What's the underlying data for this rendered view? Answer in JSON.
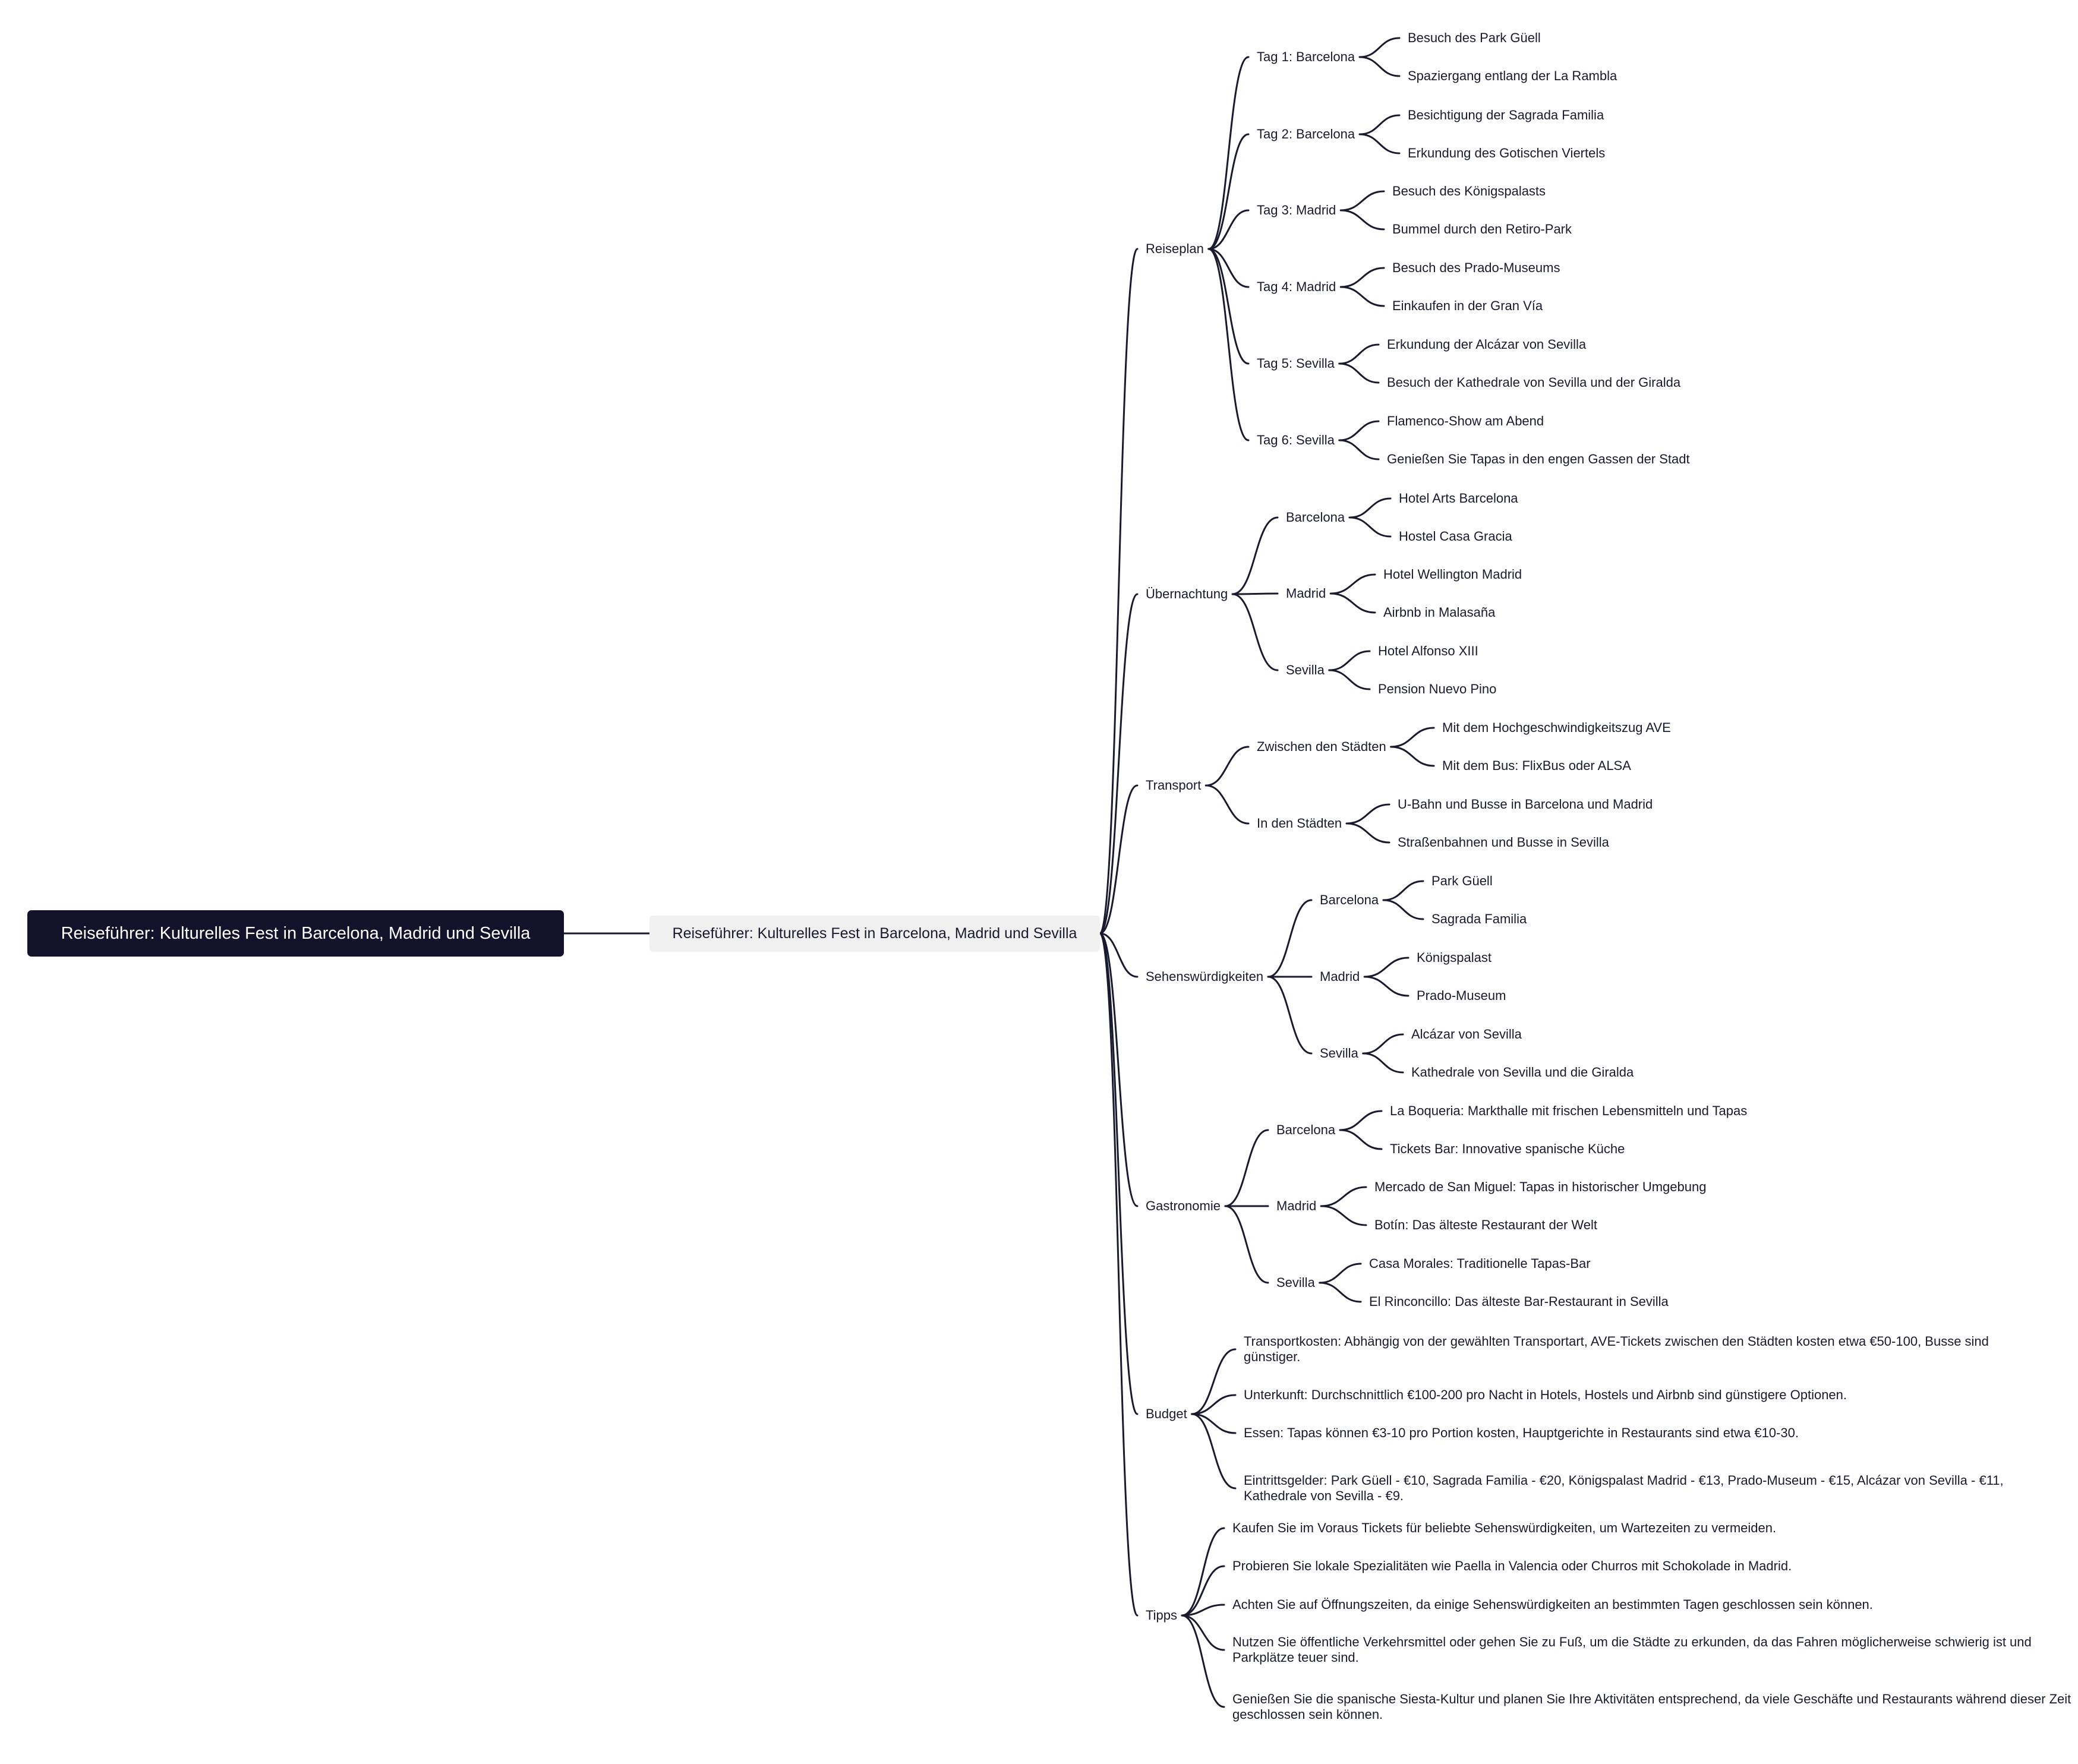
{
  "root": {
    "label": "Reiseführer: Kulturelles Fest in Barcelona, Madrid und Sevilla"
  },
  "topic": {
    "label": "Reiseführer: Kulturelles Fest in Barcelona, Madrid und Sevilla"
  },
  "branches": [
    {
      "label": "Reiseplan",
      "children": [
        {
          "label": "Tag 1: Barcelona",
          "children": [
            {
              "label": "Besuch des Park Güell"
            },
            {
              "label": "Spaziergang entlang der La Rambla"
            }
          ]
        },
        {
          "label": "Tag 2: Barcelona",
          "children": [
            {
              "label": "Besichtigung der Sagrada Familia"
            },
            {
              "label": "Erkundung des Gotischen Viertels"
            }
          ]
        },
        {
          "label": "Tag 3: Madrid",
          "children": [
            {
              "label": "Besuch des Königspalasts"
            },
            {
              "label": "Bummel durch den Retiro-Park"
            }
          ]
        },
        {
          "label": "Tag 4: Madrid",
          "children": [
            {
              "label": "Besuch des Prado-Museums"
            },
            {
              "label": "Einkaufen in der Gran Vía"
            }
          ]
        },
        {
          "label": "Tag 5: Sevilla",
          "children": [
            {
              "label": "Erkundung der Alcázar von Sevilla"
            },
            {
              "label": "Besuch der Kathedrale von Sevilla und der Giralda"
            }
          ]
        },
        {
          "label": "Tag 6: Sevilla",
          "children": [
            {
              "label": "Flamenco-Show am Abend"
            },
            {
              "label": "Genießen Sie Tapas in den engen Gassen der Stadt"
            }
          ]
        }
      ]
    },
    {
      "label": "Übernachtung",
      "children": [
        {
          "label": "Barcelona",
          "children": [
            {
              "label": "Hotel Arts Barcelona"
            },
            {
              "label": "Hostel Casa Gracia"
            }
          ]
        },
        {
          "label": "Madrid",
          "children": [
            {
              "label": "Hotel Wellington Madrid"
            },
            {
              "label": "Airbnb in Malasaña"
            }
          ]
        },
        {
          "label": "Sevilla",
          "children": [
            {
              "label": "Hotel Alfonso XIII"
            },
            {
              "label": "Pension Nuevo Pino"
            }
          ]
        }
      ]
    },
    {
      "label": "Transport",
      "children": [
        {
          "label": "Zwischen den Städten",
          "children": [
            {
              "label": "Mit dem Hochgeschwindigkeitszug AVE"
            },
            {
              "label": "Mit dem Bus: FlixBus oder ALSA"
            }
          ]
        },
        {
          "label": "In den Städten",
          "children": [
            {
              "label": "U-Bahn und Busse in Barcelona und Madrid"
            },
            {
              "label": "Straßenbahnen und Busse in Sevilla"
            }
          ]
        }
      ]
    },
    {
      "label": "Sehenswürdigkeiten",
      "children": [
        {
          "label": "Barcelona",
          "children": [
            {
              "label": "Park Güell"
            },
            {
              "label": "Sagrada Familia"
            }
          ]
        },
        {
          "label": "Madrid",
          "children": [
            {
              "label": "Königspalast"
            },
            {
              "label": "Prado-Museum"
            }
          ]
        },
        {
          "label": "Sevilla",
          "children": [
            {
              "label": "Alcázar von Sevilla"
            },
            {
              "label": "Kathedrale von Sevilla und die Giralda"
            }
          ]
        }
      ]
    },
    {
      "label": "Gastronomie",
      "children": [
        {
          "label": "Barcelona",
          "children": [
            {
              "label": "La Boqueria: Markthalle mit frischen Lebensmitteln und Tapas"
            },
            {
              "label": "Tickets Bar: Innovative spanische Küche"
            }
          ]
        },
        {
          "label": "Madrid",
          "children": [
            {
              "label": "Mercado de San Miguel: Tapas in historischer Umgebung"
            },
            {
              "label": "Botín: Das älteste Restaurant der Welt"
            }
          ]
        },
        {
          "label": "Sevilla",
          "children": [
            {
              "label": "Casa Morales: Traditionelle Tapas-Bar"
            },
            {
              "label": "El Rinconcillo: Das älteste Bar-Restaurant in Sevilla"
            }
          ]
        }
      ]
    },
    {
      "label": "Budget",
      "children": [
        {
          "label": "Transportkosten: Abhängig von der gewählten Transportart, AVE-Tickets zwischen den Städten kosten etwa €50-100, Busse sind günstiger."
        },
        {
          "label": "Unterkunft: Durchschnittlich €100-200 pro Nacht in Hotels, Hostels und Airbnb sind günstigere Optionen."
        },
        {
          "label": "Essen: Tapas können €3-10 pro Portion kosten, Hauptgerichte in Restaurants sind etwa €10-30."
        },
        {
          "label": "Eintrittsgelder: Park Güell - €10, Sagrada Familia - €20, Königspalast Madrid - €13, Prado-Museum - €15, Alcázar von Sevilla - €11, Kathedrale von Sevilla - €9."
        }
      ]
    },
    {
      "label": "Tipps",
      "children": [
        {
          "label": "Kaufen Sie im Voraus Tickets für beliebte Sehenswürdigkeiten, um Wartezeiten zu vermeiden."
        },
        {
          "label": "Probieren Sie lokale Spezialitäten wie Paella in Valencia oder Churros mit Schokolade in Madrid."
        },
        {
          "label": "Achten Sie auf Öffnungszeiten, da einige Sehenswürdigkeiten an bestimmten Tagen geschlossen sein können."
        },
        {
          "label": "Nutzen Sie öffentliche Verkehrsmittel oder gehen Sie zu Fuß, um die Städte zu erkunden, da das Fahren möglicherweise schwierig ist und Parkplätze teuer sind."
        },
        {
          "label": "Genießen Sie die spanische Siesta-Kultur und planen Sie Ihre Aktivitäten entsprechend, da viele Geschäfte und Restaurants während dieser Zeit geschlossen sein können."
        }
      ]
    }
  ]
}
